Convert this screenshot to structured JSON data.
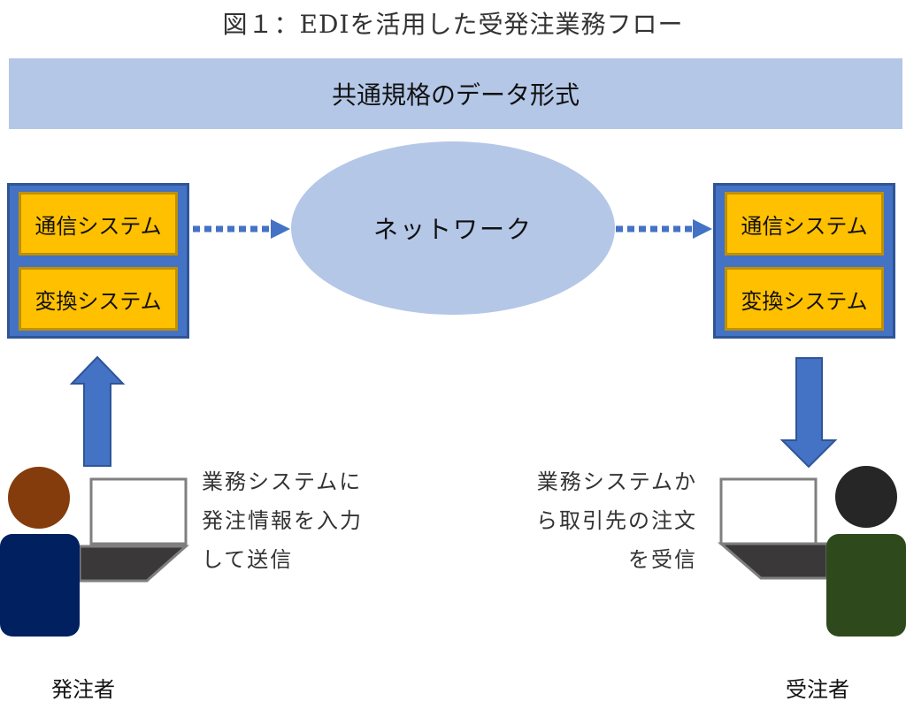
{
  "title": "図１：EDIを活用した受発注業務フロー",
  "banner": {
    "label": "共通規格のデータ形式"
  },
  "network": {
    "label": "ネットワーク"
  },
  "orderer_system": {
    "communication": "通信システム",
    "conversion": "変換システム"
  },
  "receiver_system": {
    "communication": "通信システム",
    "conversion": "変換システム"
  },
  "orderer": {
    "role": "発注者",
    "description": [
      "業務システムに",
      "発注情報を入力",
      "して送信"
    ]
  },
  "receiver": {
    "role": "受注者",
    "description": [
      "業務システムか",
      "ら取引先の注文",
      "を受信"
    ]
  },
  "colors": {
    "banner": "#b4c7e7",
    "system_box": "#4472c4",
    "sub_box": "#ffc000",
    "arrow": "#4472c4",
    "orderer_head": "#843c0c",
    "orderer_body": "#002060",
    "receiver_head": "#262626",
    "receiver_body": "#2e4a1c"
  }
}
